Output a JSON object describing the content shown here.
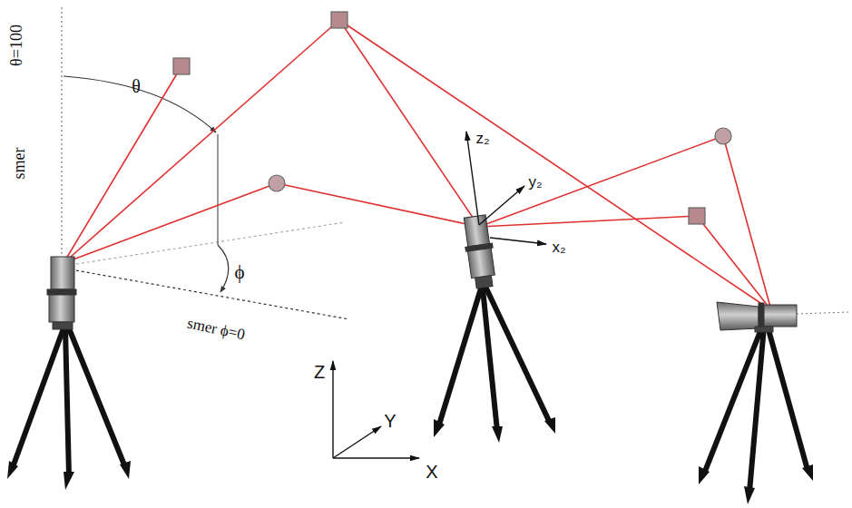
{
  "diagram": {
    "labels": [
      "θ=100",
      "θ",
      "smer",
      "ϕ",
      "smer ϕ=0",
      "z₂",
      "y₂",
      "x₂",
      "Z",
      "Y",
      "X"
    ]
  }
}
